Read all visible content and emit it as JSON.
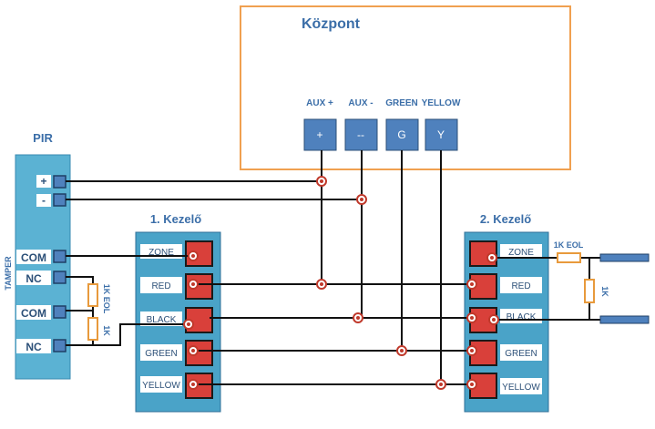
{
  "central": {
    "title": "Központ",
    "terminal_captions": [
      "AUX +",
      "AUX -",
      "GREEN",
      "YELLOW"
    ],
    "terminal_symbols": [
      "+",
      "--",
      "G",
      "Y"
    ]
  },
  "pir": {
    "title": "PIR",
    "side_label": "TAMPER",
    "terminals": [
      "+",
      "-",
      "COM",
      "NC",
      "COM",
      "NC"
    ],
    "resistor_labels": [
      "1K EOL",
      "1K"
    ]
  },
  "keypad1": {
    "title": "1. Kezelő",
    "terminals": [
      "ZONE",
      "RED",
      "BLACK",
      "GREEN",
      "YELLOW"
    ]
  },
  "keypad2": {
    "title": "2. Kezelő",
    "terminals": [
      "ZONE",
      "RED",
      "BLACK",
      "GREEN",
      "YELLOW"
    ],
    "resistor_labels": [
      "1K EOL",
      "1K"
    ]
  },
  "colors": {
    "central_border": "#f0a050",
    "panel_fill": "#4aa3c8",
    "panel_border": "#2f6f97",
    "terminal_blue": "#4f81bd",
    "terminal_red": "#d9403a",
    "resistor": "#e89a3c",
    "title_blue": "#3b6ea8",
    "wire": "#111111",
    "node": "#c0392b"
  }
}
